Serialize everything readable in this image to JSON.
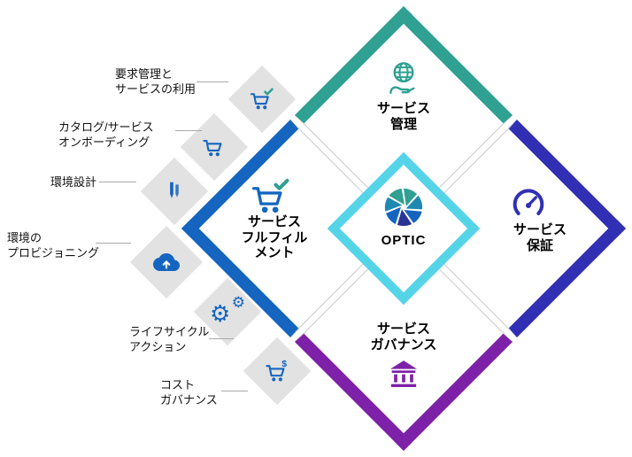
{
  "colors": {
    "teal": "#2FA092",
    "blue": "#1565C0",
    "indigo": "#3130B4",
    "purple": "#7D22A8",
    "cyan": "#55D4E8",
    "tile_gray": "#E2E2E2"
  },
  "center": {
    "label": "OPTIC",
    "icon": "aperture-icon"
  },
  "quadrants": {
    "top": {
      "icon": "globe-hand-icon",
      "lines": [
        "サービス",
        "管理"
      ]
    },
    "right": {
      "icon": "gauge-icon",
      "lines": [
        "サービス",
        "保証"
      ]
    },
    "left": {
      "icon": "cart-check-icon",
      "lines": [
        "サービス",
        "フルフィル",
        "メント"
      ]
    },
    "bottom": {
      "icon": "bank-icon",
      "lines": [
        "サービス",
        "ガバナンス"
      ]
    }
  },
  "side_items": [
    {
      "icon": "cart-check-icon",
      "lines": [
        "要求管理と",
        "サービスの利用"
      ]
    },
    {
      "icon": "cart-icon",
      "lines": [
        "カタログ/サービス",
        "オンボーディング"
      ]
    },
    {
      "icon": "pen-icon",
      "lines": [
        "環境設計"
      ]
    },
    {
      "icon": "cloud-upload-icon",
      "lines": [
        "環境の",
        "プロビジョニング"
      ]
    },
    {
      "icon": "gears-icon",
      "lines": [
        "ライフサイクル",
        "アクション"
      ]
    },
    {
      "icon": "cart-dollar-icon",
      "lines": [
        "コスト",
        "ガバナンス"
      ]
    }
  ]
}
